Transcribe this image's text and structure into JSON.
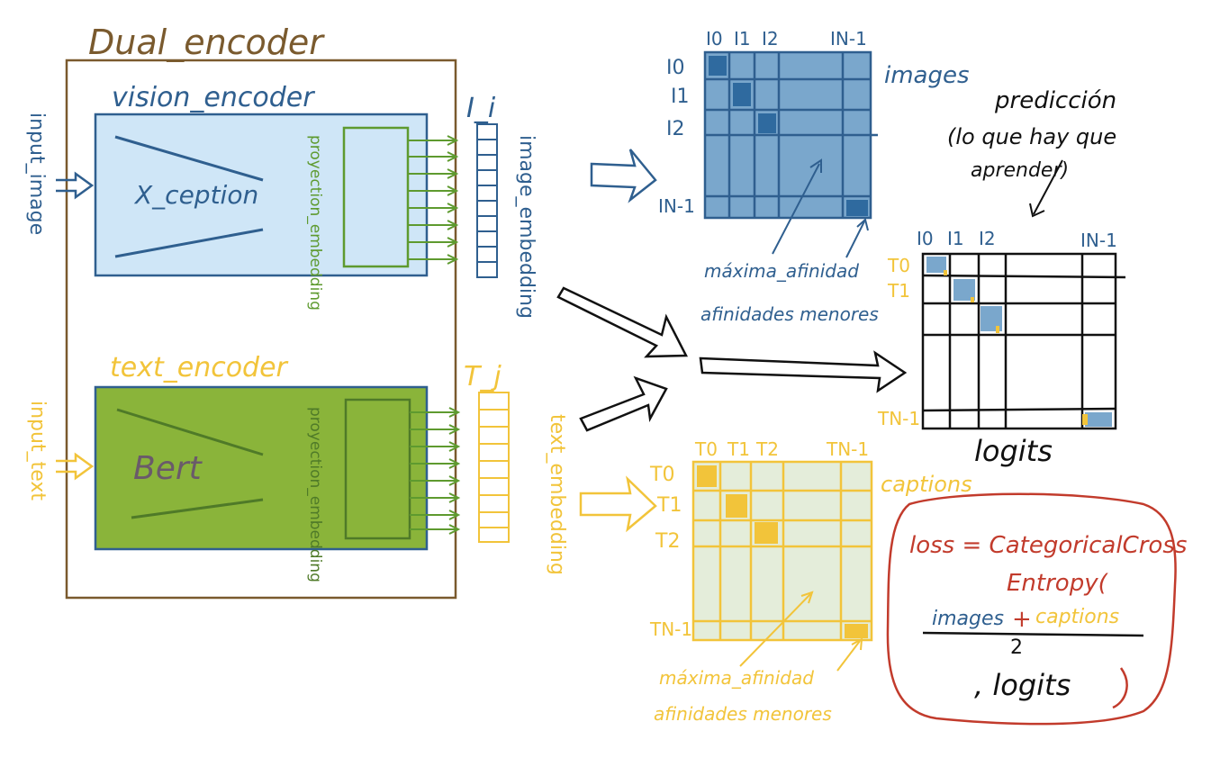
{
  "title": "Dual_encoder",
  "colors": {
    "brown": "#7a5a2e",
    "blue": "#2f5f8f",
    "blue_fill": "#cfe6f7",
    "green": "#5e9a2f",
    "green_fill": "#8ab43a",
    "yellow": "#f2c43a",
    "red": "#c23b2c",
    "black": "#111111",
    "matrix_blue": "#7aa7cc",
    "matrix_green": "#e4edda"
  },
  "vision": {
    "label": "vision_encoder",
    "backbone": "X_ception",
    "projection": "proyection_embedding",
    "input": "input_image",
    "embed_label": "I_i",
    "embedding": "image_embedding"
  },
  "text": {
    "label": "text_encoder",
    "backbone": "Bert",
    "projection": "proyection_embedding",
    "input": "input_text",
    "embed_label": "T_j",
    "embedding": "text_embedding"
  },
  "images_matrix": {
    "name": "images",
    "cols": [
      "I0",
      "I1",
      "I2",
      "IN-1"
    ],
    "rows": [
      "I0",
      "I1",
      "I2",
      "IN-1"
    ],
    "note_max": "máxima_afinidad",
    "note_min": "afinidades menores"
  },
  "captions_matrix": {
    "name": "captions",
    "cols": [
      "T0",
      "T1",
      "T2",
      "TN-1"
    ],
    "rows": [
      "T0",
      "T1",
      "T2",
      "TN-1"
    ],
    "note_max": "máxima_afinidad",
    "note_min": "afinidades menores"
  },
  "logits_matrix": {
    "name": "logits",
    "cols": [
      "I0",
      "I1",
      "I2",
      "IN-1"
    ],
    "rows": [
      "T0",
      "T1",
      "TN-1"
    ],
    "prediction_line1": "predicción",
    "prediction_line2": "(lo que hay que",
    "prediction_line3": "aprender)"
  },
  "loss": {
    "line1": "loss = CategoricalCross",
    "line2": "Entropy(",
    "numerator_a": "images",
    "plus": "+",
    "numerator_b": "captions",
    "denominator": "2",
    "tail": ", logits"
  }
}
